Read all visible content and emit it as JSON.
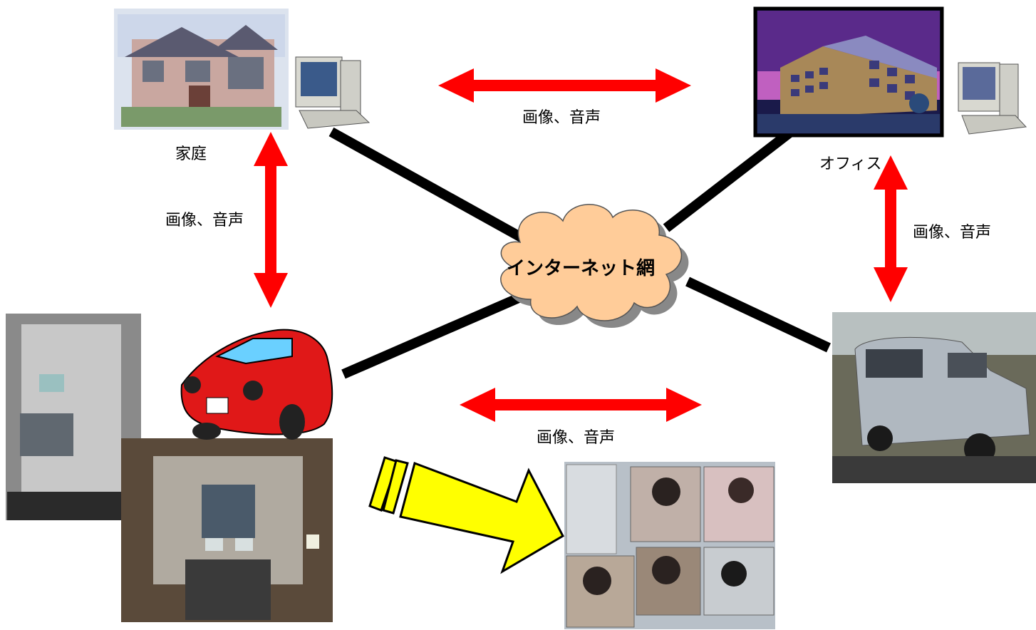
{
  "nodes": {
    "home": {
      "label": "家庭"
    },
    "office": {
      "label": "オフィス"
    },
    "cloud": {
      "label": "インターネット網"
    }
  },
  "links": {
    "top": "画像、音声",
    "left": "画像、音声",
    "right": "画像、音声",
    "bottom": "画像、音声"
  },
  "colors": {
    "arrow_red": "#ff0000",
    "arrow_yellow": "#ffff00",
    "cloud_fill": "#ffcc99",
    "line": "#000000"
  }
}
